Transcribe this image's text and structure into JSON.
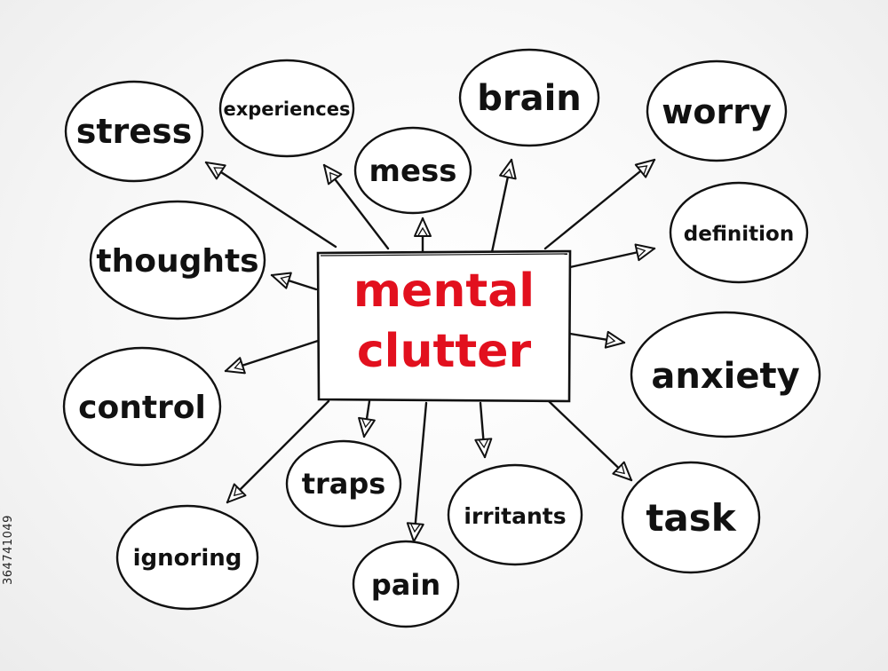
{
  "center": {
    "line1": "mental",
    "line2": "clutter"
  },
  "nodes": {
    "stress": "stress",
    "experiences": "experiences",
    "brain": "brain",
    "worry": "worry",
    "mess": "mess",
    "definition": "definition",
    "thoughts": "thoughts",
    "anxiety": "anxiety",
    "control": "control",
    "traps": "traps",
    "irritants": "irritants",
    "task": "task",
    "ignoring": "ignoring",
    "pain": "pain"
  },
  "stock_id": "364741049",
  "colors": {
    "center_text": "#e2101e",
    "ink": "#111111",
    "box_fill": "#ffffff"
  }
}
